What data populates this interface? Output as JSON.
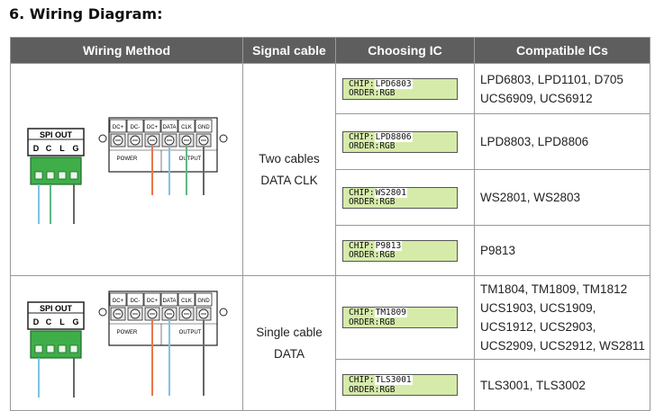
{
  "heading": "6.  Wiring Diagram:",
  "headers": {
    "wiring_method": "Wiring Method",
    "signal_cable": "Signal cable",
    "choosing_ic": "Choosing IC",
    "compatible_ics": "Compatible ICs"
  },
  "groups": [
    {
      "signal_lines": [
        "Two cables",
        "DATA  CLK"
      ],
      "diagram": {
        "spi_label": "SPI OUT",
        "spi_pins": [
          "D",
          "C",
          "L",
          "G"
        ],
        "terminal_labels": [
          "DC+",
          "DC-",
          "DC+",
          "DATA",
          "CLK",
          "GND"
        ],
        "power_label": "POWER",
        "output_label": "OUTPUT"
      },
      "rows": [
        {
          "chip_label": "CHIP:",
          "chip": "LPD6803",
          "order_label": "ORDER:",
          "order": "RGB",
          "compatible": [
            "LPD6803, LPD1101, D705",
            "UCS6909, UCS6912"
          ]
        },
        {
          "chip_label": "CHIP:",
          "chip": "LPD8806",
          "order_label": "ORDER:",
          "order": "RGB",
          "compatible": [
            "LPD8803, LPD8806"
          ]
        },
        {
          "chip_label": "CHIP:",
          "chip": "WS2801",
          "order_label": "ORDER:",
          "order": "RGB",
          "compatible": [
            "WS2801, WS2803"
          ]
        },
        {
          "chip_label": "CHIP:",
          "chip": "P9813",
          "order_label": "ORDER:",
          "order": "RGB",
          "compatible": [
            "P9813"
          ]
        }
      ]
    },
    {
      "signal_lines": [
        "Single cable",
        "DATA"
      ],
      "diagram": {
        "spi_label": "SPI OUT",
        "spi_pins": [
          "D",
          "C",
          "L",
          "G"
        ],
        "terminal_labels": [
          "DC+",
          "DC-",
          "DC+",
          "DATA",
          "CLK",
          "GND"
        ],
        "power_label": "POWER",
        "output_label": "OUTPUT"
      },
      "rows": [
        {
          "chip_label": "CHIP:",
          "chip": "TM1809",
          "order_label": "ORDER:",
          "order": "RGB",
          "compatible": [
            "TM1804, TM1809, TM1812",
            "UCS1903, UCS1909,",
            "UCS1912, UCS2903,",
            "UCS2909, UCS2912, WS2811"
          ]
        },
        {
          "chip_label": "CHIP:",
          "chip": "TLS3001",
          "order_label": "ORDER:",
          "order": "RGB",
          "compatible": [
            "TLS3001, TLS3002"
          ]
        }
      ]
    }
  ],
  "colors": {
    "header_bg": "#5e5e5e",
    "lcd_bg": "#d6ebaa",
    "connector_green": "#3fae49",
    "wire_blue": "#7cc4e6",
    "wire_green": "#5fb883",
    "wire_gray": "#666666",
    "wire_orange": "#e8764a"
  }
}
